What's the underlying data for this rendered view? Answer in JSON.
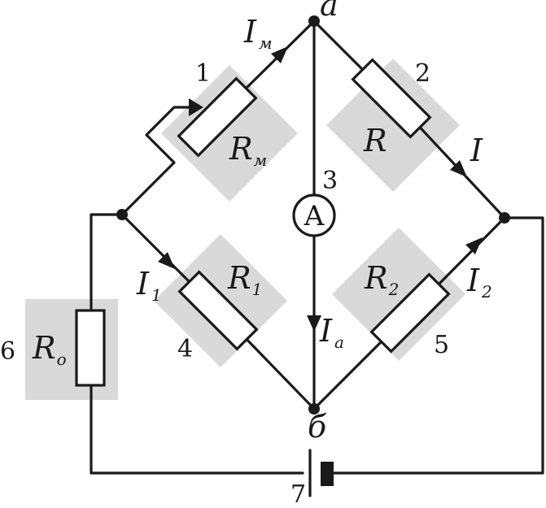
{
  "nodes": {
    "a": "a",
    "b": "б"
  },
  "resistors": [
    {
      "id": "rm",
      "symbol": "R",
      "subscript": "м",
      "number": "1"
    },
    {
      "id": "r",
      "symbol": "R",
      "subscript": "",
      "number": "2"
    },
    {
      "id": "r1",
      "symbol": "R",
      "subscript": "1",
      "number": "4"
    },
    {
      "id": "r2",
      "symbol": "R",
      "subscript": "2",
      "number": "5"
    },
    {
      "id": "ro",
      "symbol": "R",
      "subscript": "о",
      "number": "6"
    }
  ],
  "ammeter": {
    "letter": "A",
    "number": "3"
  },
  "battery": {
    "number": "7"
  },
  "currents": [
    {
      "id": "im",
      "symbol": "I",
      "subscript": "м"
    },
    {
      "id": "i",
      "symbol": "I",
      "subscript": ""
    },
    {
      "id": "i1",
      "symbol": "I",
      "subscript": "1"
    },
    {
      "id": "i2",
      "symbol": "I",
      "subscript": "2"
    },
    {
      "id": "ia",
      "symbol": "I",
      "subscript": "а"
    }
  ]
}
